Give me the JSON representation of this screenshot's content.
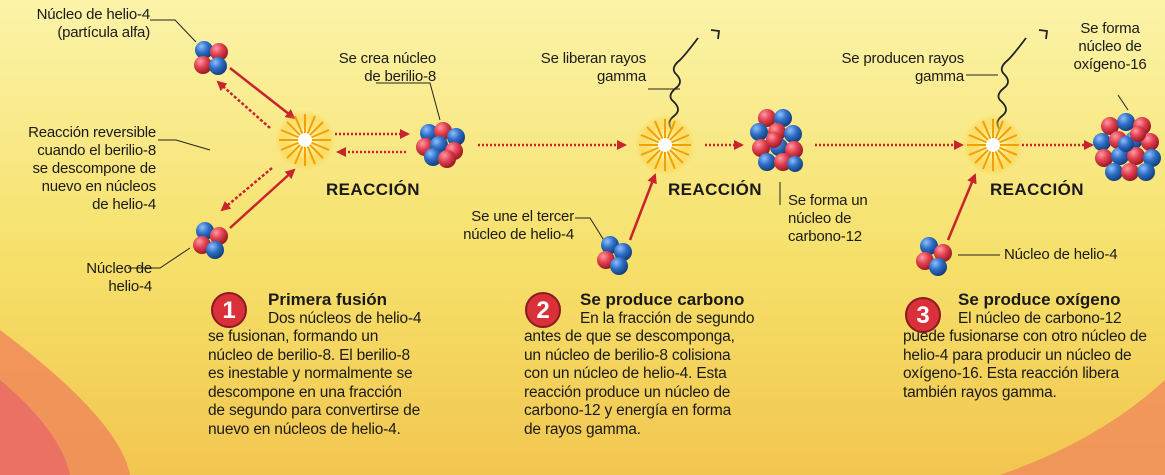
{
  "labels": {
    "helium_alpha_1": "Núcleo de helio-4",
    "helium_alpha_2": "(partícula alfa)",
    "reversible_1": "Reacción reversible",
    "reversible_2": "cuando el berilio-8",
    "reversible_3": "se descompone de",
    "reversible_4": "nuevo en núcleos",
    "reversible_5": "de helio-4",
    "helium_bottom_1": "Núcleo de",
    "helium_bottom_2": "helio-4",
    "beryllium_1": "Se crea núcleo",
    "beryllium_2": "de berilio-8",
    "gamma1_1": "Se liberan rayos",
    "gamma1_2": "gamma",
    "third_1": "Se une el tercer",
    "third_2": "núcleo de helio-4",
    "carbon_1": "Se forma un",
    "carbon_2": "núcleo de",
    "carbon_3": "carbono-12",
    "gamma2_1": "Se producen rayos",
    "gamma2_2": "gamma",
    "oxygen_1": "Se forma",
    "oxygen_2": "núcleo de",
    "oxygen_3": "oxígeno-16",
    "helium_right": "Núcleo de helio-4",
    "reaction": "REACCIÓN"
  },
  "steps": [
    {
      "number": "1",
      "title": "Primera fusión",
      "lines": [
        "Dos núcleos de helio-4",
        "se fusionan, formando un",
        "núcleo de berilio-8. El berilio-8",
        "es inestable y normalmente se",
        "descompone en una fracción",
        "de segundo para convertirse de",
        "nuevo en núcleos de helio-4."
      ]
    },
    {
      "number": "2",
      "title": "Se produce carbono",
      "lines": [
        "En la fracción de segundo",
        "antes de que se descomponga,",
        "un núcleo de berilio-8 colisiona",
        "con un núcleo de helio-4. Esta",
        "reacción produce un núcleo de",
        "carbono-12 y energía en forma",
        "de rayos gamma."
      ]
    },
    {
      "number": "3",
      "title": "Se produce oxígeno",
      "lines": [
        "El núcleo de carbono-12",
        "puede fusionarse con otro núcleo de",
        "helio-4 para producir un núcleo de",
        "oxígeno-16. Esta reacción libera",
        "también rayos gamma."
      ]
    }
  ],
  "colors": {
    "proton": "#e2404f",
    "neutron": "#2f6fc6",
    "arrow": "#c8242d",
    "badge": "#d9303a",
    "background": "#f6e06a"
  }
}
